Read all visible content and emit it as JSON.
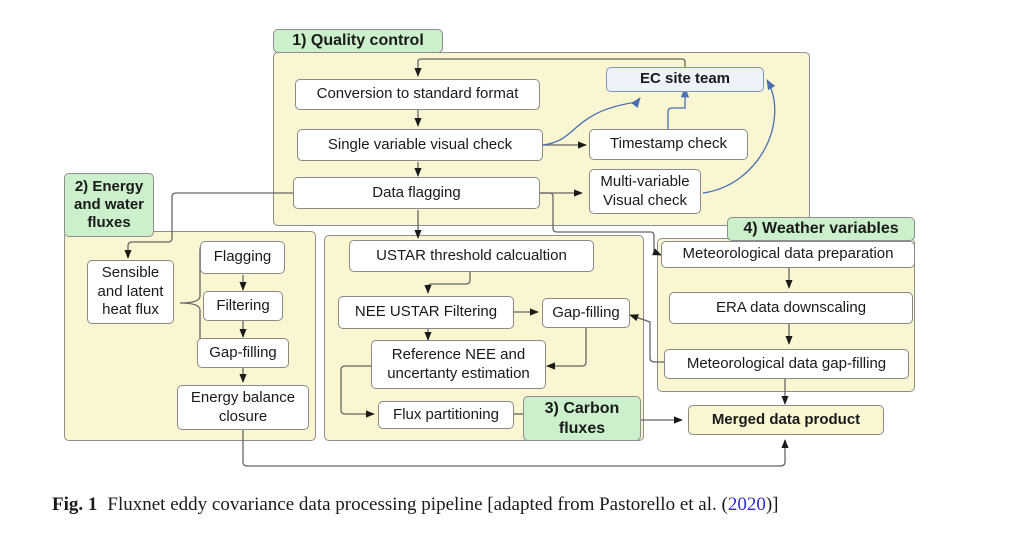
{
  "groups": {
    "quality_control": "1) Quality control",
    "energy_water": [
      "2) Energy",
      "and water",
      "fluxes"
    ],
    "carbon": [
      "3) Carbon",
      "fluxes"
    ],
    "weather": "4) Weather variables"
  },
  "nodes": {
    "conversion": "Conversion to standard format",
    "single_check": "Single variable visual check",
    "timestamp": "Timestamp check",
    "ec_team": "EC site team",
    "data_flagging": "Data flagging",
    "multi_check": [
      "Multi-variable",
      "Visual check"
    ],
    "sensible": [
      "Sensible",
      "and latent",
      "heat flux"
    ],
    "flagging": "Flagging",
    "filtering": "Filtering",
    "gap_energy": "Gap-filling",
    "energy_balance": [
      "Energy balance",
      "closure"
    ],
    "ustar": "USTAR threshold calcualtion",
    "nee_filter": "NEE USTAR Filtering",
    "gap_carbon": "Gap-filling",
    "reference_nee": [
      "Reference NEE and",
      "uncertanty estimation"
    ],
    "partitioning": "Flux partitioning",
    "met_prep": "Meteorological data preparation",
    "era": "ERA data downscaling",
    "met_gap": "Meteorological data gap-filling",
    "merged": "Merged data product"
  },
  "caption": {
    "fig": "Fig. 1",
    "text": "Fluxnet eddy covariance data processing pipeline [adapted from Pastorello et al. (",
    "cite": "2020",
    "end": ")]"
  },
  "colors": {
    "group_fill": "#faf6d2",
    "label_fill": "#ccefcc",
    "ec_arrow": "#4a6fb5",
    "line": "#555555"
  }
}
